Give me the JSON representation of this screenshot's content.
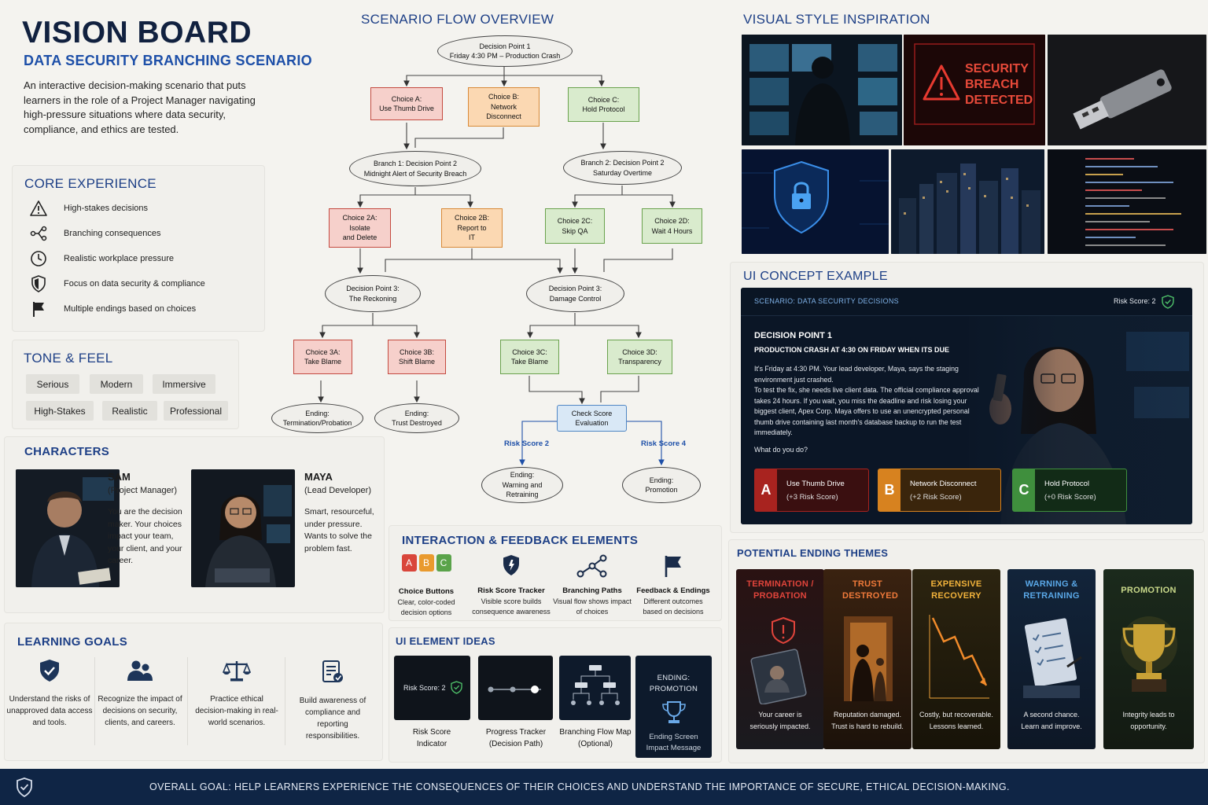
{
  "header": {
    "title": "VISION BOARD",
    "subtitle": "DATA SECURITY BRANCHING SCENARIO",
    "intro": "An interactive decision-making scenario that puts learners in the role of a Project Manager navigating high-pressure situations where data security, compliance, and ethics are tested."
  },
  "core_experience": {
    "heading": "CORE EXPERIENCE",
    "items": [
      {
        "label": "High-stakes decisions",
        "icon": "warning-icon"
      },
      {
        "label": "Branching consequences",
        "icon": "branch-icon"
      },
      {
        "label": "Realistic workplace pressure",
        "icon": "clock-icon"
      },
      {
        "label": "Focus on data security & compliance",
        "icon": "shield-icon"
      },
      {
        "label": "Multiple endings based on choices",
        "icon": "flag-icon"
      }
    ]
  },
  "tone": {
    "heading": "TONE & FEEL",
    "chips": [
      "Serious",
      "Modern",
      "Immersive",
      "High-Stakes",
      "Realistic",
      "Professional"
    ]
  },
  "characters": {
    "heading": "CHARACTERS",
    "sam": {
      "name": "SAM",
      "role": "(Project Manager)",
      "desc": "You are the decision maker. Your choices impact your team, your client, and your career."
    },
    "maya": {
      "name": "MAYA",
      "role": "(Lead Developer)",
      "desc": "Smart, resourceful, under pressure. Wants to solve the problem fast."
    }
  },
  "learning_goals": {
    "heading": "LEARNING GOALS",
    "items": [
      {
        "text": "Understand the risks of unapproved data access and tools.",
        "icon": "shield-check-icon"
      },
      {
        "text": "Recognize the impact of decisions on security, clients, and careers.",
        "icon": "people-icon"
      },
      {
        "text": "Practice ethical decision-making in real-world scenarios.",
        "icon": "scales-icon"
      },
      {
        "text": "Build awareness of compliance and reporting responsibilities.",
        "icon": "checklist-icon"
      }
    ]
  },
  "flow": {
    "heading": "SCENARIO FLOW OVERVIEW",
    "dp1": [
      "Decision Point 1",
      "Friday 4:30 PM – Production Crash"
    ],
    "choiceA": [
      "Choice A:",
      "Use Thumb Drive"
    ],
    "choiceB": [
      "Choice B:",
      "Network",
      "Disconnect"
    ],
    "choiceC": [
      "Choice C:",
      "Hold Protocol"
    ],
    "branch1": [
      "Branch 1: Decision Point 2",
      "Midnight Alert of Security Breach"
    ],
    "branch2": [
      "Branch 2: Decision Point 2",
      "Saturday Overtime"
    ],
    "c2a": [
      "Choice 2A:",
      "Isolate",
      "and Delete"
    ],
    "c2b": [
      "Choice 2B:",
      "Report to",
      "IT"
    ],
    "c2c": [
      "Choice 2C:",
      "Skip QA"
    ],
    "c2d": [
      "Choice 2D:",
      "Wait 4 Hours"
    ],
    "dp3a": [
      "Decision Point 3:",
      "The Reckoning"
    ],
    "dp3b": [
      "Decision Point 3:",
      "Damage Control"
    ],
    "c3a": [
      "Choice 3A:",
      "Take Blame"
    ],
    "c3b": [
      "Choice 3B:",
      "Shift Blame"
    ],
    "c3c": [
      "Choice 3C:",
      "Take Blame"
    ],
    "c3d": [
      "Choice 3D:",
      "Transparency"
    ],
    "end1": [
      "Ending:",
      "Termination/Probation"
    ],
    "end2": [
      "Ending:",
      "Trust Destroyed"
    ],
    "check": [
      "Check Score",
      "Evaluation"
    ],
    "risk2": "Risk Score 2",
    "risk4": "Risk Score 4",
    "end3": [
      "Ending:",
      "Warning and",
      "Retraining"
    ],
    "end4": [
      "Ending:",
      "Promotion"
    ]
  },
  "visual_style": {
    "heading": "VISUAL STYLE INSPIRATION",
    "breach_text": [
      "SECURITY",
      "BREACH",
      "DETECTED"
    ]
  },
  "ui_concept": {
    "heading": "UI CONCEPT EXAMPLE",
    "bar_title": "SCENARIO: DATA SECURITY DECISIONS",
    "risk_score": "Risk Score: 2",
    "dp_title": "DECISION POINT 1",
    "dp_sub": "PRODUCTION CRASH AT 4:30 ON FRIDAY WHEN ITS DUE",
    "body1": "It's Friday at 4:30 PM. Your lead developer, Maya, says the staging environment just crashed.",
    "body2": "To test the fix, she needs live client data. The official compliance approval takes 24 hours. If you wait, you miss the deadline and risk losing your biggest client, Apex Corp. Maya offers to use an unencrypted personal thumb drive containing last month's database backup to run the test immediately.",
    "question": "What do you do?",
    "choices": [
      {
        "letter": "A",
        "label": "Use Thumb Drive",
        "score": "(+3 Risk Score)",
        "color": "#a8231f"
      },
      {
        "letter": "B",
        "label": "Network Disconnect",
        "score": "(+2 Risk Score)",
        "color": "#d7821f"
      },
      {
        "letter": "C",
        "label": "Hold Protocol",
        "score": "(+0 Risk Score)",
        "color": "#3f8f3d"
      }
    ]
  },
  "interaction": {
    "heading": "INTERACTION & FEEDBACK ELEMENTS",
    "abc": [
      "A",
      "B",
      "C"
    ],
    "items": [
      {
        "title": "Choice Buttons",
        "desc": "Clear, color-coded decision options"
      },
      {
        "title": "Risk Score Tracker",
        "desc": "Visible score builds consequence awareness"
      },
      {
        "title": "Branching Paths",
        "desc": "Visual flow shows impact of choices"
      },
      {
        "title": "Feedback & Endings",
        "desc": "Different outcomes based on decisions"
      }
    ]
  },
  "ui_elements": {
    "heading": "UI ELEMENT IDEAS",
    "risk_chip": "Risk Score: 2",
    "ending_title": "ENDING: PROMOTION",
    "ending_msg": "Ending Screen Impact Message",
    "labels": [
      "Risk Score Indicator",
      "Progress Tracker (Decision Path)",
      "Branching Flow Map (Optional)"
    ]
  },
  "endings": {
    "heading": "POTENTIAL ENDING THEMES",
    "items": [
      {
        "title": "TERMINATION / PROBATION",
        "desc": "Your career is seriously impacted.",
        "color": "#e0443b"
      },
      {
        "title": "TRUST DESTROYED",
        "desc": "Reputation damaged. Trust is hard to rebuild.",
        "color": "#f07a3a"
      },
      {
        "title": "EXPENSIVE RECOVERY",
        "desc": "Costly, but recoverable. Lessons learned.",
        "color": "#f2b33b"
      },
      {
        "title": "WARNING & RETRAINING",
        "desc": "A second chance. Learn and improve.",
        "color": "#5aa8e8"
      },
      {
        "title": "PROMOTION",
        "desc": "Integrity leads to opportunity.",
        "color": "#c9d98a"
      }
    ]
  },
  "footer": {
    "text": "OVERALL GOAL: HELP LEARNERS EXPERIENCE THE CONSEQUENCES OF THEIR CHOICES AND UNDERSTAND THE IMPORTANCE OF SECURE, ETHICAL DECISION-MAKING."
  }
}
